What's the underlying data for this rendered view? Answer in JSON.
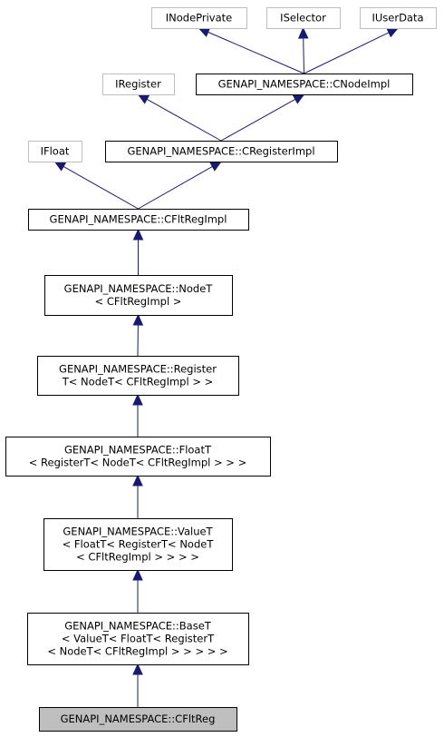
{
  "colors": {
    "edge": "#191970",
    "external_border": "#bfbfbf",
    "current_fill": "#bfbfbf"
  },
  "nodes": {
    "inodeprivate": {
      "lines": [
        "INodePrivate"
      ],
      "kind": "external"
    },
    "iselector": {
      "lines": [
        "ISelector"
      ],
      "kind": "external"
    },
    "iuserdata": {
      "lines": [
        "IUserData"
      ],
      "kind": "external"
    },
    "iregister": {
      "lines": [
        "IRegister"
      ],
      "kind": "external"
    },
    "cnodeimpl": {
      "lines": [
        "GENAPI_NAMESPACE::CNodeImpl"
      ],
      "kind": "class"
    },
    "ifloat": {
      "lines": [
        "IFloat"
      ],
      "kind": "external"
    },
    "cregisterimpl": {
      "lines": [
        "GENAPI_NAMESPACE::CRegisterImpl"
      ],
      "kind": "class"
    },
    "cfltregimpl": {
      "lines": [
        "GENAPI_NAMESPACE::CFltRegImpl"
      ],
      "kind": "class"
    },
    "nodet": {
      "lines": [
        "GENAPI_NAMESPACE::NodeT",
        "< CFltRegImpl >"
      ],
      "kind": "class"
    },
    "registert": {
      "lines": [
        "GENAPI_NAMESPACE::Register",
        "T< NodeT< CFltRegImpl > >"
      ],
      "kind": "class"
    },
    "floatt": {
      "lines": [
        "GENAPI_NAMESPACE::FloatT",
        "< RegisterT< NodeT< CFltRegImpl > > >"
      ],
      "kind": "class"
    },
    "valuet": {
      "lines": [
        "GENAPI_NAMESPACE::ValueT",
        "< FloatT< RegisterT< NodeT",
        "< CFltRegImpl > > > >"
      ],
      "kind": "class"
    },
    "baset": {
      "lines": [
        "GENAPI_NAMESPACE::BaseT",
        "< ValueT< FloatT< RegisterT",
        "< NodeT< CFltRegImpl > > > > >"
      ],
      "kind": "class"
    },
    "cfltreg": {
      "lines": [
        "GENAPI_NAMESPACE::CFltReg"
      ],
      "kind": "current"
    }
  },
  "edges": [
    [
      "cnodeimpl",
      "inodeprivate"
    ],
    [
      "cnodeimpl",
      "iselector"
    ],
    [
      "cnodeimpl",
      "iuserdata"
    ],
    [
      "cregisterimpl",
      "iregister"
    ],
    [
      "cregisterimpl",
      "cnodeimpl"
    ],
    [
      "cfltregimpl",
      "ifloat"
    ],
    [
      "cfltregimpl",
      "cregisterimpl"
    ],
    [
      "nodet",
      "cfltregimpl"
    ],
    [
      "registert",
      "nodet"
    ],
    [
      "floatt",
      "registert"
    ],
    [
      "valuet",
      "floatt"
    ],
    [
      "baset",
      "valuet"
    ],
    [
      "cfltreg",
      "baset"
    ]
  ]
}
